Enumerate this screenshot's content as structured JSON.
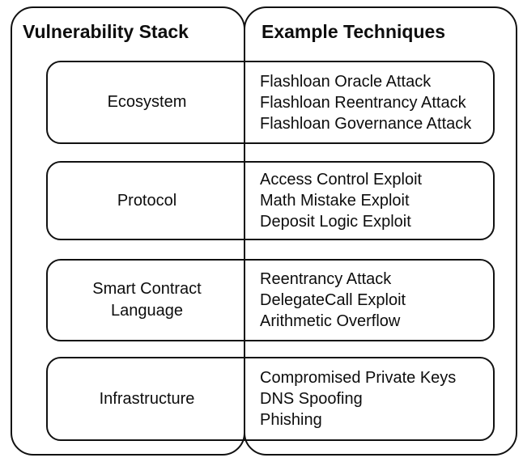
{
  "diagram": {
    "type": "two-column layered stack diagram",
    "colors": {
      "background": "#ffffff",
      "line": "#111111",
      "text": "#0d0d0d"
    }
  },
  "headers": {
    "left": "Vulnerability Stack",
    "right": "Example Techniques"
  },
  "rows": [
    {
      "layer": "Ecosystem",
      "techniques": [
        "Flashloan Oracle Attack",
        "Flashloan Reentrancy Attack",
        "Flashloan Governance Attack"
      ]
    },
    {
      "layer": "Protocol",
      "techniques": [
        "Access Control Exploit",
        "Math Mistake Exploit",
        "Deposit Logic Exploit"
      ]
    },
    {
      "layer": "Smart Contract Language",
      "techniques": [
        "Reentrancy Attack",
        "DelegateCall Exploit",
        "Arithmetic Overflow"
      ]
    },
    {
      "layer": "Infrastructure",
      "techniques": [
        "Compromised Private Keys",
        "DNS Spoofing",
        "Phishing"
      ]
    }
  ]
}
